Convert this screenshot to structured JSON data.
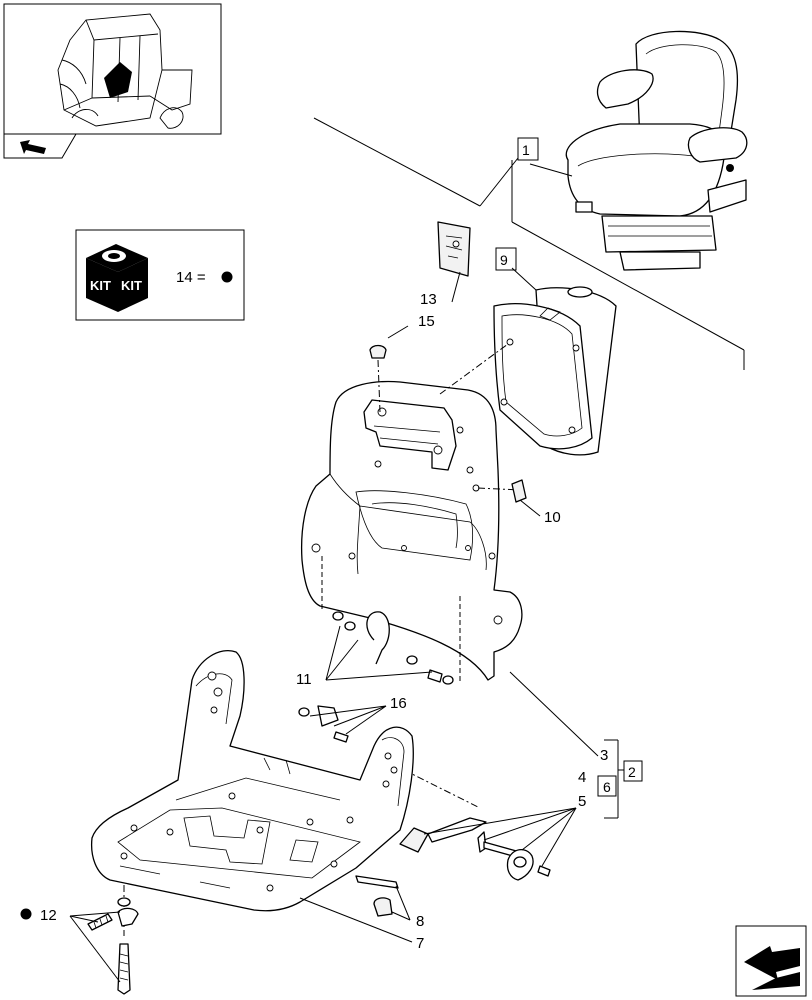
{
  "callouts": {
    "c1": "1",
    "c2": "2",
    "c3": "3",
    "c4": "4",
    "c5": "5",
    "c6": "6",
    "c7": "7",
    "c8": "8",
    "c9": "9",
    "c10": "10",
    "c11": "11",
    "c12": "12",
    "c13": "13",
    "c15": "15",
    "c16": "16"
  },
  "kit_legend": {
    "kit_word_left": "KIT",
    "kit_word_right": "KIT",
    "text": "14 ="
  }
}
